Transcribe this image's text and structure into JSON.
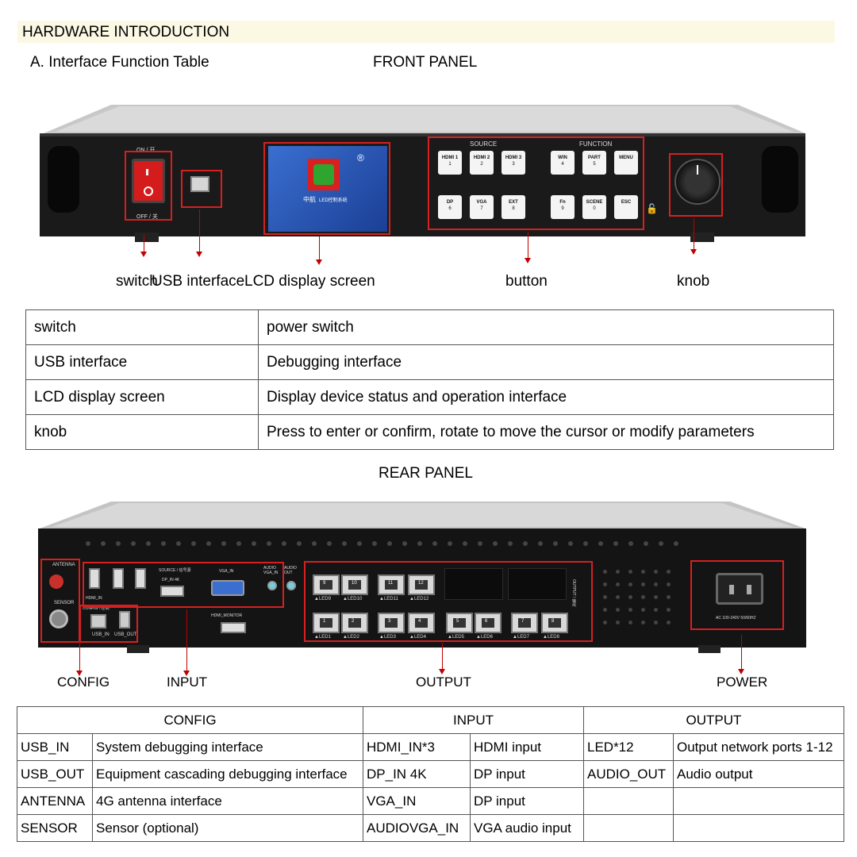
{
  "header": {
    "title": "HARDWARE INTRODUCTION",
    "subtitle": "A. Interface Function Table"
  },
  "front": {
    "heading": "FRONT PANEL",
    "device": {
      "on_label": "ON / 开",
      "off_label": "OFF / 关",
      "source_label": "SOURCE",
      "function_label": "FUNCTION",
      "buttons": [
        {
          "name": "HDMI 1",
          "num": "1"
        },
        {
          "name": "HDMI 2",
          "num": "2"
        },
        {
          "name": "HDMI 3",
          "num": "3"
        },
        {
          "name": "WIN",
          "num": "4"
        },
        {
          "name": "PART",
          "num": "5"
        },
        {
          "name": "MENU",
          "num": ""
        },
        {
          "name": "DP",
          "num": "6"
        },
        {
          "name": "VGA",
          "num": "7"
        },
        {
          "name": "EXT",
          "num": "8"
        },
        {
          "name": "Fn",
          "num": "9"
        },
        {
          "name": "SCENE",
          "num": "0"
        },
        {
          "name": "ESC",
          "num": ""
        }
      ],
      "screen_brand": "中航",
      "screen_brand_tag": "LED控制系统"
    },
    "callouts": [
      "switch",
      "USB interface",
      "LCD display screen",
      "button",
      "knob"
    ],
    "table": [
      [
        "switch",
        "power switch"
      ],
      [
        "USB interface",
        "Debugging interface"
      ],
      [
        "LCD display screen",
        "Display device status and operation interface"
      ],
      [
        "knob",
        "Press to enter or confirm, rotate to move the cursor or modify parameters"
      ]
    ]
  },
  "rear": {
    "heading": "REAR PANEL",
    "device": {
      "antenna": "ANTENNA",
      "sensor": "SENSOR",
      "config": "CONFIG / 控制",
      "usb_in": "USB_IN",
      "usb_out": "USB_OUT",
      "source": "SOURCE / 信号源",
      "hdmi_in": "HDMI_IN",
      "dp_in": "DP_IN  4K",
      "vga_in": "VGA_IN",
      "audio_vga_in": "AUDIO VGA_IN",
      "audio_out": "AUDIO OUT",
      "hdmi_monitor": "HDMI_MONITOR",
      "output": "OUTPUT / 输出",
      "power_spec": "AC 100-240V 50/60HZ",
      "led_top": [
        "▲LED9",
        "▲LED10",
        "▲LED11",
        "▲LED12"
      ],
      "led_bottom": [
        "▲LED1",
        "▲LED2",
        "▲LED3",
        "▲LED4",
        "▲LED5",
        "▲LED6",
        "▲LED7",
        "▲LED8"
      ],
      "port_top": [
        "9",
        "10",
        "11",
        "12"
      ],
      "port_bottom": [
        "1",
        "2",
        "3",
        "4",
        "5",
        "6",
        "7",
        "8"
      ]
    },
    "callouts": [
      "CONFIG",
      "INPUT",
      "OUTPUT",
      "POWER"
    ],
    "table": {
      "headers": [
        "CONFIG",
        "INPUT",
        "OUTPUT"
      ],
      "rows": [
        [
          "USB_IN",
          "System debugging interface",
          "HDMI_IN*3",
          "HDMI input",
          "LED*12",
          "Output network ports 1-12"
        ],
        [
          "USB_OUT",
          "Equipment cascading debugging interface",
          "DP_IN 4K",
          "DP input",
          "AUDIO_OUT",
          "Audio output"
        ],
        [
          "ANTENNA",
          "4G antenna interface",
          "VGA_IN",
          "DP input",
          "",
          ""
        ],
        [
          "SENSOR",
          "Sensor (optional)",
          "AUDIOVGA_IN",
          "VGA audio input",
          "",
          ""
        ]
      ]
    }
  }
}
